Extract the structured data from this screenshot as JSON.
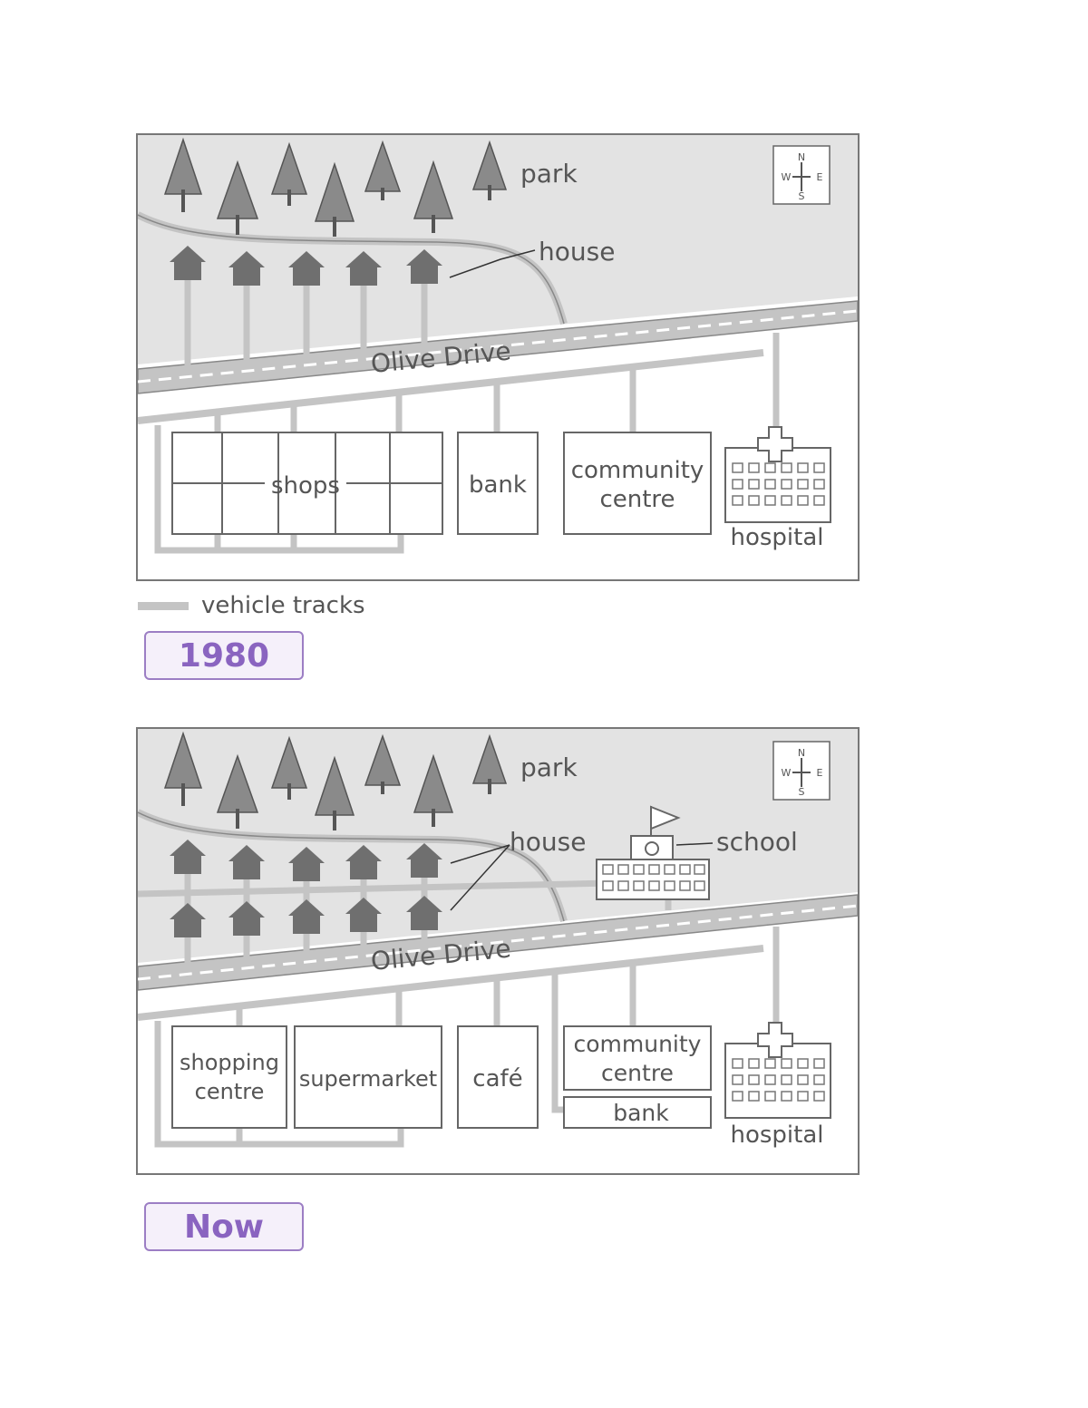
{
  "maps": [
    {
      "labels": {
        "park": "park",
        "house": "house",
        "road": "Olive Drive",
        "shops": "shops",
        "bank": "bank",
        "community_line1": "community",
        "community_line2": "centre",
        "hospital": "hospital"
      },
      "compass": {
        "n": "N",
        "s": "S",
        "w": "W",
        "e": "E"
      },
      "year_label": "1980"
    },
    {
      "labels": {
        "park": "park",
        "house": "house",
        "school": "school",
        "road": "Olive Drive",
        "shopping_line1": "shopping",
        "shopping_line2": "centre",
        "supermarket": "supermarket",
        "cafe": "café",
        "community_line1": "community",
        "community_line2": "centre",
        "bank": "bank",
        "hospital": "hospital"
      },
      "compass": {
        "n": "N",
        "s": "S",
        "w": "W",
        "e": "E"
      },
      "year_label": "Now"
    }
  ],
  "legend": {
    "label": "vehicle tracks",
    "color": "#c4c4c4"
  },
  "colors": {
    "park_fill": "#e3e3e3",
    "track": "#c4c4c4",
    "icon": "#6f6f6f",
    "outline": "#777777",
    "year_text": "#8a64c0"
  }
}
